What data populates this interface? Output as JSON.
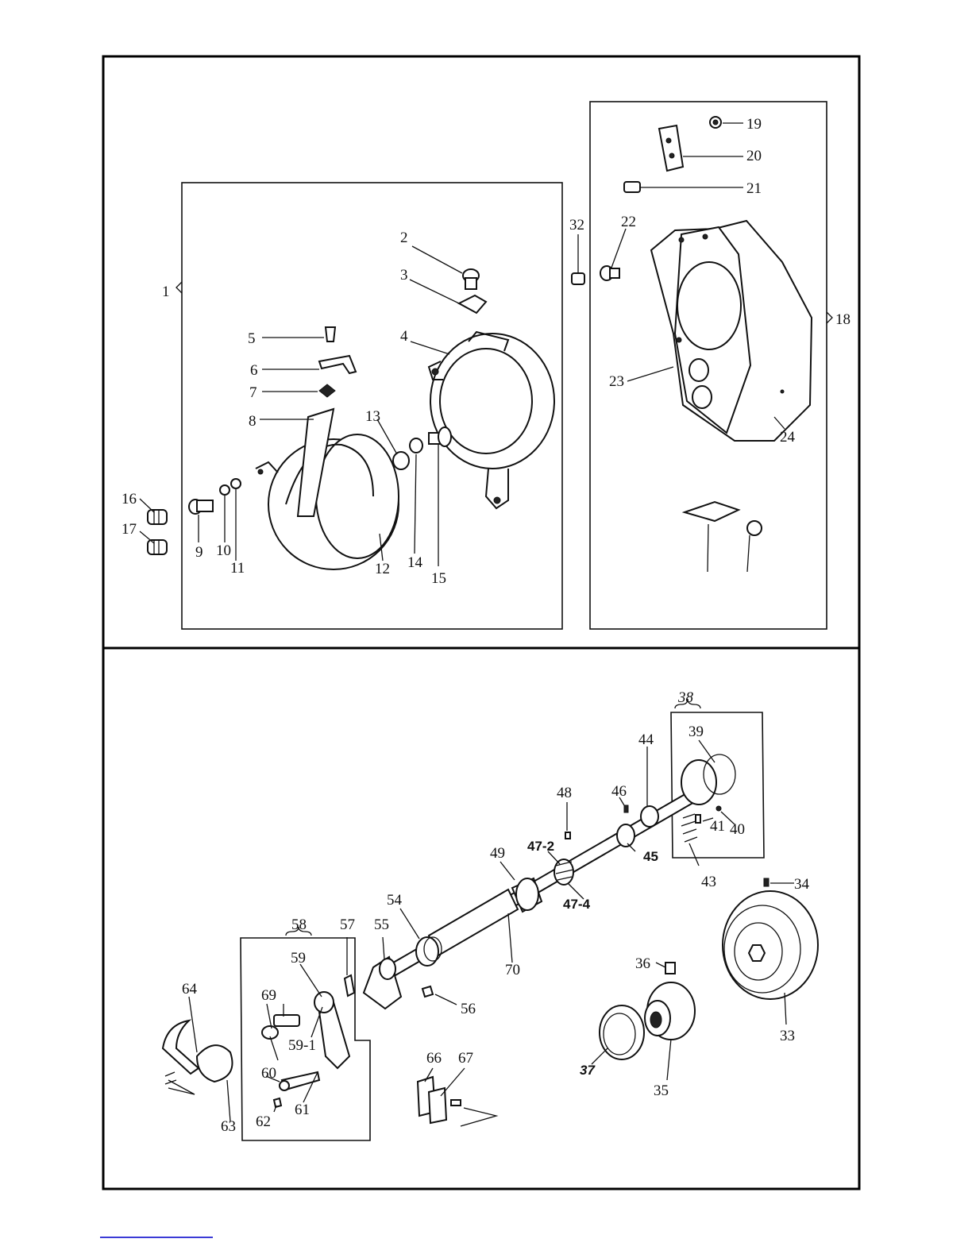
{
  "diagram": {
    "top_panel": {
      "group_labels": {
        "left_group": "1",
        "right_group": "18"
      },
      "labels": [
        "2",
        "3",
        "4",
        "5",
        "6",
        "7",
        "8",
        "9",
        "10",
        "11",
        "12",
        "13",
        "14",
        "15",
        "16",
        "17",
        "19",
        "20",
        "21",
        "22",
        "23",
        "24",
        "32"
      ]
    },
    "bottom_panel": {
      "group_labels": {
        "shaft_group": "38",
        "arm_group": "58"
      },
      "labels": [
        "33",
        "34",
        "35",
        "36",
        "37",
        "39",
        "40",
        "41",
        "43",
        "44",
        "45",
        "46",
        "47-2",
        "47-4",
        "48",
        "49",
        "54",
        "55",
        "56",
        "57",
        "59",
        "59-1",
        "60",
        "61",
        "62",
        "63",
        "64",
        "66",
        "67",
        "69",
        "70"
      ]
    }
  },
  "colors": {
    "ink": "#111111",
    "footer_rule": "#3b3bd6"
  }
}
